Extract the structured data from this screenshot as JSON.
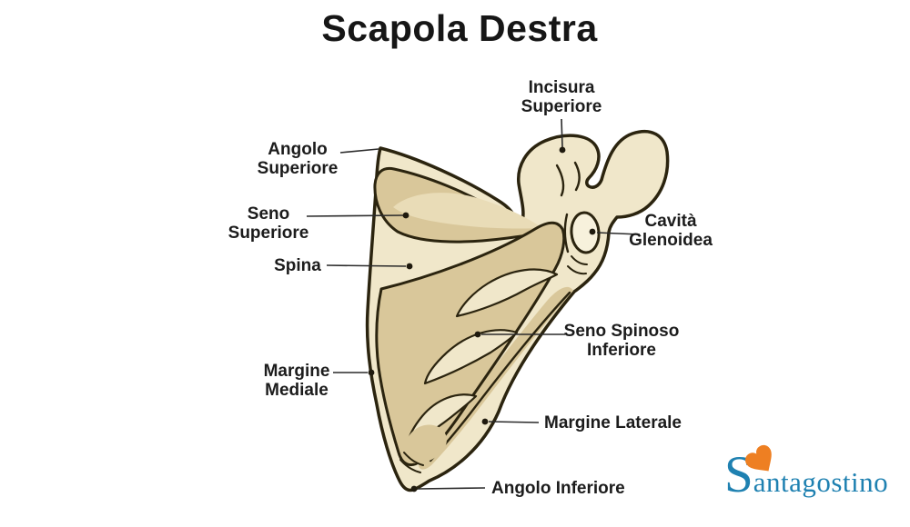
{
  "title": "Scapola Destra",
  "annotations": {
    "incisura_superiore": "Incisura Superiore",
    "angolo_superiore": "Angolo Superiore",
    "seno_superiore": "Seno Superiore",
    "spina": "Spina",
    "margine_mediale": "Margine Mediale",
    "cavita_glenoidea": "Cavità Glenoidea",
    "seno_spinoso_inferiore": "Seno Spinoso Inferiore",
    "margine_laterale": "Margine Laterale",
    "angolo_inferiore": "Angolo Inferiore"
  },
  "logo": {
    "initial": "S",
    "rest": "antagostino",
    "blue": "#1f81b1",
    "orange": "#ee7f22"
  },
  "colors": {
    "background": "#ffffff",
    "bone_light": "#f0e7ca",
    "bone_shade": "#d9c79a",
    "bone_highlight": "#e9dcb7",
    "glenoid_fill": "#f7f1dc",
    "outline": "#2b240f",
    "label_text": "#1c1c1c",
    "leader_line": "#2a2a2a"
  }
}
